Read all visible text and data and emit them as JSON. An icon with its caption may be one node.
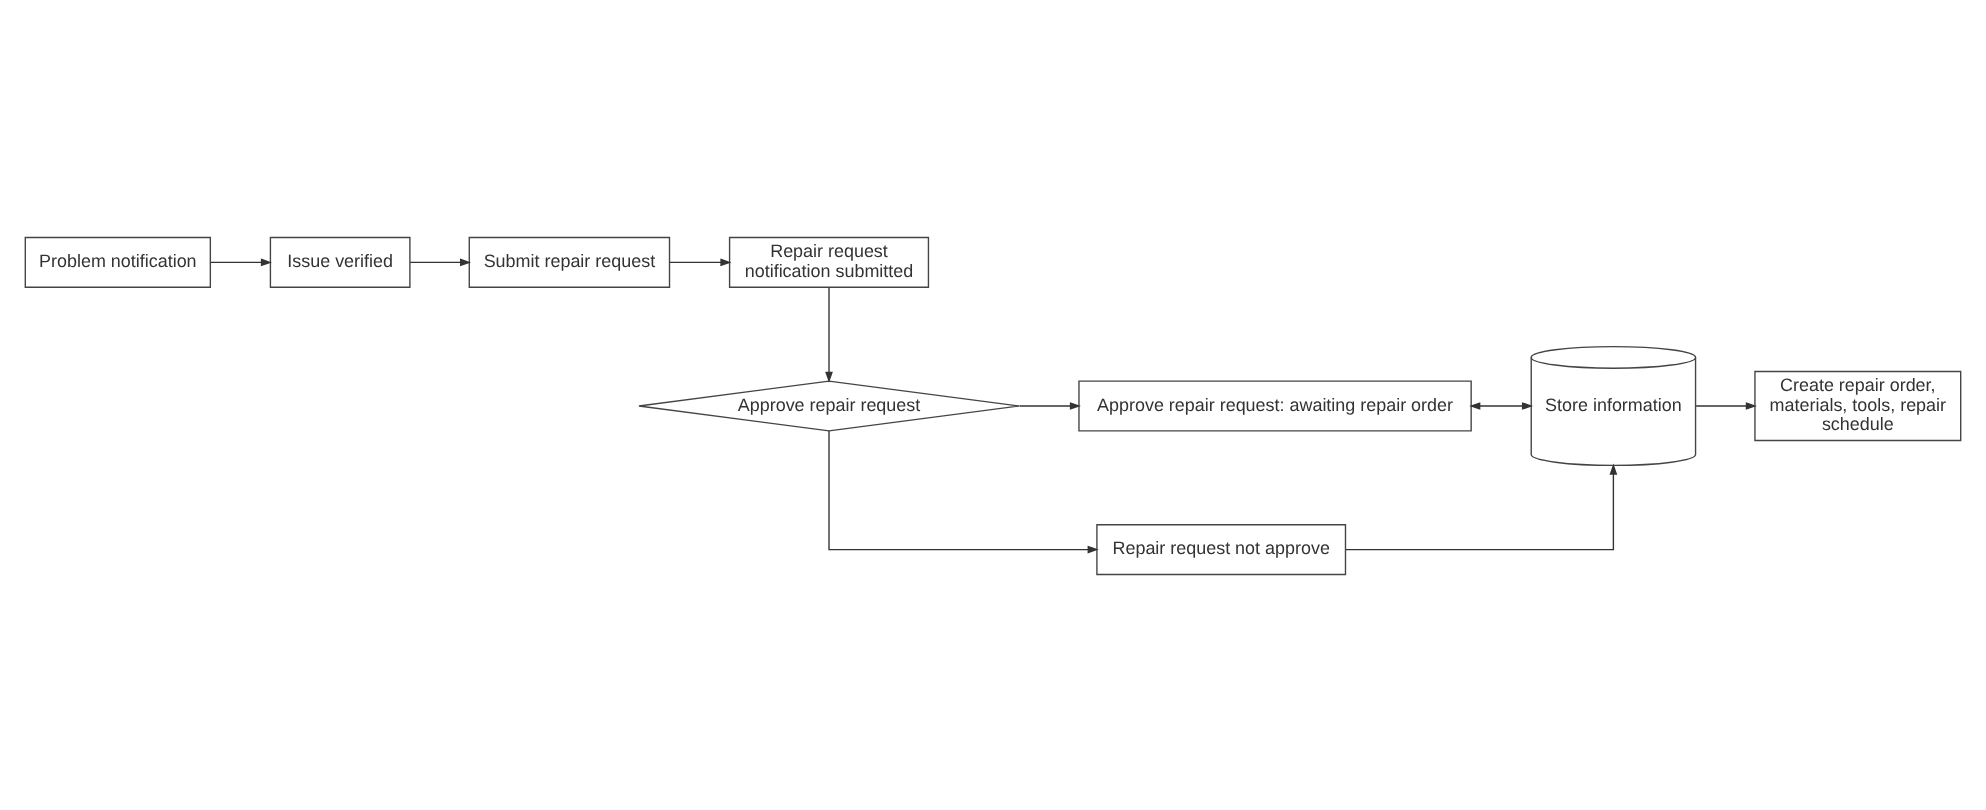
{
  "diagram": {
    "nodes": [
      {
        "text": [
          "Problem notification"
        ]
      },
      {
        "text": [
          "Issue verified"
        ]
      },
      {
        "text": [
          "Submit repair request"
        ]
      },
      {
        "text": [
          "Repair request notification submitted"
        ]
      },
      {
        "text": [
          "Approve repair request"
        ]
      },
      {
        "text": [
          "Approve repair request: awaiting repair order"
        ]
      },
      {
        "text": [
          "Store information"
        ]
      },
      {
        "text": [
          "Create repair order, materials, tools, repair schedule"
        ]
      },
      {
        "text": [
          "Repair request not approve"
        ]
      }
    ],
    "edges": [
      {
        "from": 0,
        "to": 1,
        "arrow": "to"
      },
      {
        "from": 1,
        "to": 2,
        "arrow": "to"
      },
      {
        "from": 2,
        "to": 3,
        "arrow": "to"
      },
      {
        "from": 3,
        "to": 4,
        "arrow": "to"
      },
      {
        "from": 4,
        "to": 5,
        "arrow": "to"
      },
      {
        "from": 5,
        "to": 6,
        "arrow": "both"
      },
      {
        "from": 6,
        "to": 7,
        "arrow": "to"
      },
      {
        "from": 4,
        "to": 8,
        "arrow": "to"
      },
      {
        "from": 8,
        "to": 6,
        "arrow": "to"
      }
    ]
  }
}
